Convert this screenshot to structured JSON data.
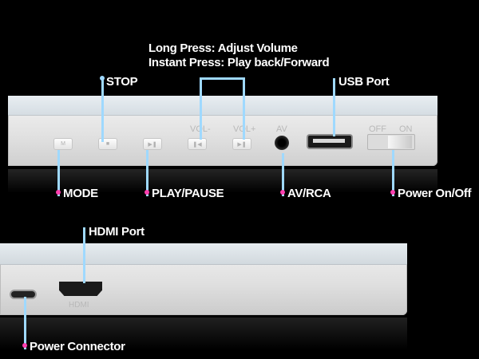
{
  "annotations": {
    "volume_note_line1": "Long Press: Adjust Volume",
    "volume_note_line2": "Instant Press: Play back/Forward",
    "stop": "STOP",
    "usb_port": "USB Port",
    "mode": "MODE",
    "play_pause": "PLAY/PAUSE",
    "av_rca": "AV/RCA",
    "power_on_off": "Power On/Off",
    "hdmi_port": "HDMI Port",
    "power_connector": "Power Connector"
  },
  "panel_text": {
    "vol_minus": "VOL-",
    "vol_plus": "VOL+",
    "av": "AV",
    "off": "OFF",
    "on": "ON",
    "hdmi": "HDMI"
  },
  "colors": {
    "background": "#000000",
    "callout_line": "#9fd9ff",
    "callout_dot": "#ff3fae"
  },
  "icons": [
    "mode-icon",
    "stop-icon",
    "play-pause-icon",
    "previous-icon",
    "next-icon"
  ]
}
